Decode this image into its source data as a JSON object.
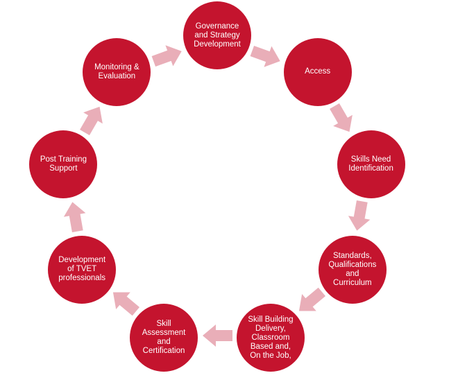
{
  "diagram": {
    "name": "tvet-skills-cycle",
    "background_color": "#ffffff",
    "circle_color": "#c4142e",
    "text_color": "#ffffff",
    "arrow_color": "#e9aeb8",
    "steps": [
      {
        "name": "governance-and-strategy-development",
        "label": "Governance\nand Strategy\nDevelopment"
      },
      {
        "name": "access",
        "label": "Access"
      },
      {
        "name": "skills-need-identification",
        "label": "Skills Need\nIdentification"
      },
      {
        "name": "standards-qualifications-and-curriculum",
        "label": "Standards,\nQualifications\nand\nCurriculum"
      },
      {
        "name": "skill-building-delivery",
        "label": "Skill Building\nDelivery,\nClassroom\nBased and,\nOn the Job,"
      },
      {
        "name": "skill-assessment-and-certification",
        "label": "Skill\nAssessment\nand\nCertification"
      },
      {
        "name": "development-of-tvet-professionals",
        "label": "Development\nof TVET\nprofessionals"
      },
      {
        "name": "post-training-support",
        "label": "Post Training\nSupport"
      },
      {
        "name": "monitoring-and-evaluation",
        "label": "Monitoring &\nEvaluation"
      }
    ]
  }
}
